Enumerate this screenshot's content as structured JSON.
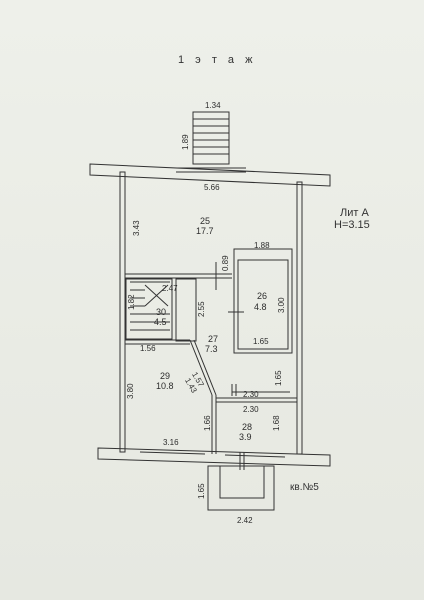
{
  "title": "1 э т а ж",
  "liter": "Лит  А",
  "height": "Н=3.15",
  "apartment": "кв.№5",
  "rooms": [
    {
      "id": "25",
      "area": "17.7"
    },
    {
      "id": "26",
      "area": "4.8"
    },
    {
      "id": "27",
      "area": "7.3"
    },
    {
      "id": "28",
      "area": "3.9"
    },
    {
      "id": "29",
      "area": "10.8"
    },
    {
      "id": "30",
      "area": "4.5"
    }
  ],
  "dimensions": {
    "porch_top_w": "1.34",
    "porch_top_h": "1.89",
    "hall_w": "5.66",
    "hall_h": "3.43",
    "r26_w": "1.88",
    "r26_h": "3.00",
    "r26_bottom": "1.65",
    "gap_089": "0.89",
    "stair_w": "2.47",
    "stair_h": "1.82",
    "corr_h": "2.55",
    "r29_w": "1.56",
    "diag_157": "1.57",
    "diag_143": "1.43",
    "r28_w_top": "2.30",
    "r28_w_in": "2.30",
    "r28_right_top": "1.65",
    "r29_h": "3.80",
    "r29_bottom": "3.16",
    "r28_h_left": "1.66",
    "r28_h_right": "1.68",
    "porch_bot_h": "1.65",
    "porch_bot_w": "2.42"
  }
}
